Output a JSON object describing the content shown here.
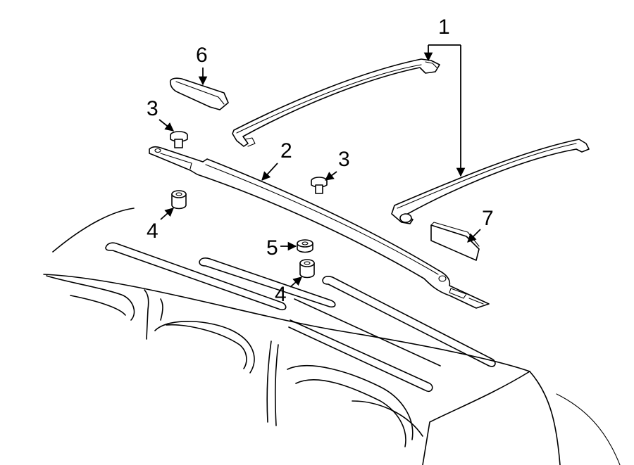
{
  "callouts": {
    "c1": "1",
    "c2": "2",
    "c3a": "3",
    "c3b": "3",
    "c4a": "4",
    "c4b": "4",
    "c5": "5",
    "c6": "6",
    "c7": "7"
  }
}
